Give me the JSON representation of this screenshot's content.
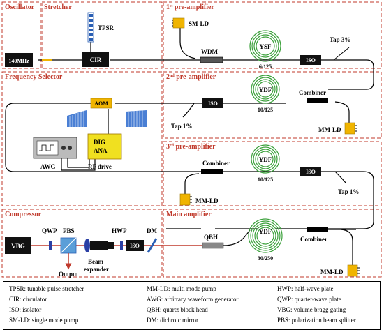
{
  "sections": {
    "oscillator": "Oscillator",
    "stretcher": "Stretcher",
    "pre1": "1",
    "pre1_sup": "st",
    "pre1_rest": " pre-amplifier",
    "frequency_selector": "Frequency Selector",
    "pre2": "2",
    "pre2_sup": "nd",
    "pre2_rest": " pre-amplifier",
    "pre3": "3",
    "pre3_sup": "rd",
    "pre3_rest": " pre-amplifier",
    "compressor": "Compressor",
    "main_amp": "Main amplifier"
  },
  "components": {
    "source": "140MHz",
    "tpsr": "TPSR",
    "cir": "CIR",
    "sm_ld": "SM-LD",
    "wdm": "WDM",
    "ysf": "YSF",
    "ysf_spec": "6/125",
    "iso": "ISO",
    "tap3": "Tap 3%",
    "aom": "AOM",
    "ydf": "YDF",
    "ydf2_spec": "10/125",
    "combiner": "Combiner",
    "tap1": "Tap 1%",
    "mm_ld": "MM-LD",
    "awg": "AWG",
    "dig": "DIG",
    "ana": "ANA",
    "rf_drive": "RF drive",
    "ydf3_spec": "10/125",
    "vbg": "VBG",
    "qwp": "QWP",
    "pbs": "PBS",
    "hwp": "HWP",
    "dm": "DM",
    "beam_expander": "Beam\nexpander",
    "beam_expander_1": "Beam",
    "beam_expander_2": "expander",
    "output": "Output",
    "qbh": "QBH",
    "ydf_main_spec": "30/250"
  },
  "legend": [
    "TPSR: tunable pulse stretcher",
    "CIR: circulator",
    "ISO: isolator",
    "SM-LD: single mode pump",
    "MM-LD: multi mode pump",
    "AWG: arbitrary waveform generator",
    "QBH: quartz block head",
    "DM: dichroic mirror",
    "HWP: half-wave plate",
    "QWP: quarter-wave plate",
    "VBG: volume bragg gating",
    "PBS: polarization beam splitter"
  ],
  "colors": {
    "frame": "#c0392b",
    "fiber": "#000000",
    "coil": "#3aa03a",
    "pump": "#f0b400",
    "iso_box": "#000000",
    "spectrum": "#4a7fd4",
    "laser_beam": "#c0392b"
  }
}
